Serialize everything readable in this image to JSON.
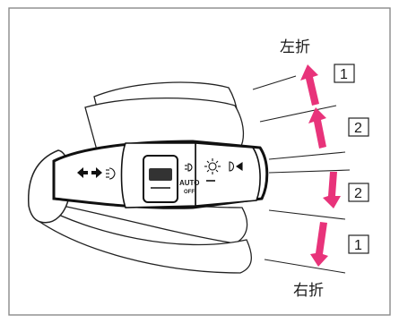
{
  "labels": {
    "left_turn": "左折",
    "right_turn": "右折"
  },
  "steps": {
    "up_full": "1",
    "up_partial": "2",
    "down_partial": "2",
    "down_full": "1"
  },
  "switch_text": {
    "auto": "AUTO",
    "off": "OFF",
    "fog_symbol": "fog-lamp-icon",
    "light_symbol": "headlight-icon"
  },
  "colors": {
    "arrow": "#e8337a",
    "frame": "#888888",
    "line": "#222222"
  }
}
